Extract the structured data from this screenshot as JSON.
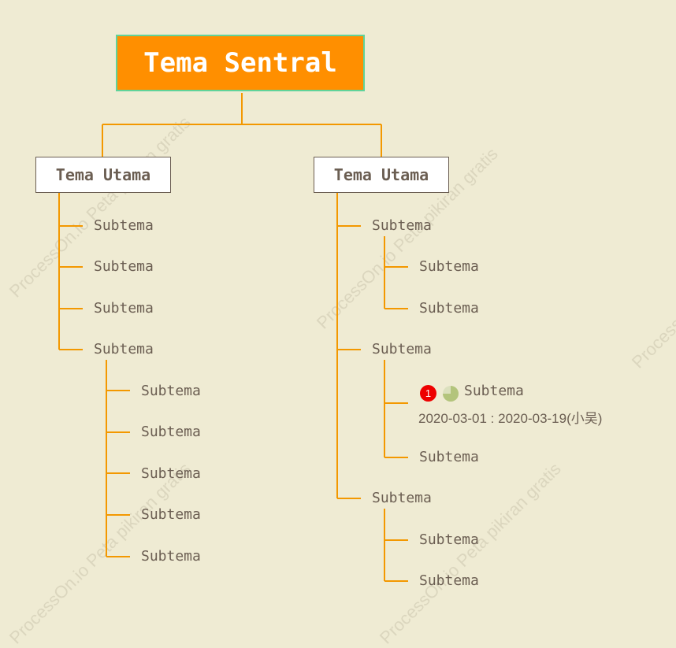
{
  "central": "Tema Sentral",
  "left": {
    "title": "Tema Utama",
    "subs": [
      "Subtema",
      "Subtema",
      "Subtema",
      "Subtema"
    ],
    "children": [
      "Subtema",
      "Subtema",
      "Subtema",
      "Subtema",
      "Subtema"
    ]
  },
  "right": {
    "title": "Tema Utama",
    "group1": {
      "label": "Subtema",
      "children": [
        "Subtema",
        "Subtema"
      ]
    },
    "group2": {
      "label": "Subtema",
      "task": {
        "priority": "1",
        "label": "Subtema",
        "dates": "2020-03-01 : 2020-03-19(小吴)",
        "progress_fraction": 0.75
      },
      "child": "Subtema"
    },
    "group3": {
      "label": "Subtema",
      "children": [
        "Subtema",
        "Subtema"
      ]
    }
  },
  "watermark": "ProcessOn.io Peta pikiran gratis",
  "colors": {
    "line": "#f39800",
    "central_fill": "#ff8f00",
    "central_border": "#5fd39a",
    "text": "#6b5e52",
    "background": "#efebd3"
  }
}
